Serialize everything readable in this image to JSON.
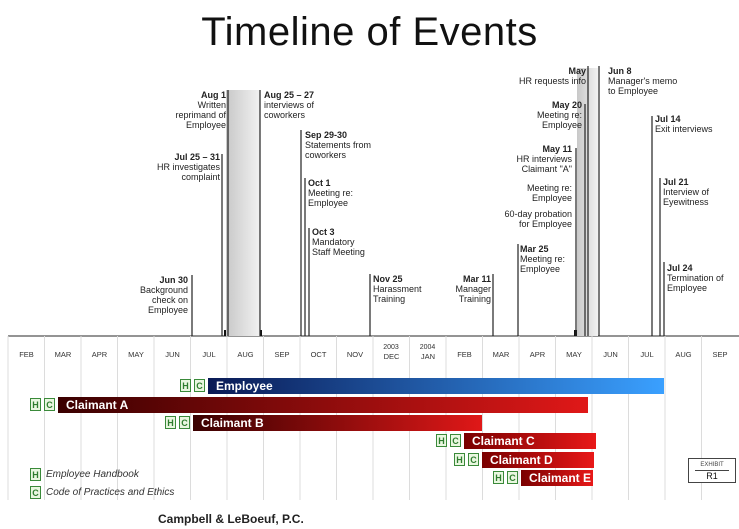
{
  "title": "Timeline of Events",
  "firm": "Campbell & LeBoeuf, P.C.",
  "exhibit": {
    "label": "EXHIBIT",
    "value": "R1"
  },
  "months": [
    "FEB",
    "MAR",
    "APR",
    "MAY",
    "JUN",
    "JUL",
    "AUG",
    "SEP",
    "OCT",
    "NOV",
    "DEC",
    "JAN",
    "FEB",
    "MAR",
    "APR",
    "MAY",
    "JUN",
    "JUL",
    "AUG",
    "SEP"
  ],
  "year_labels": {
    "dec": "2003",
    "jan": "2004"
  },
  "events": [
    {
      "date": "Jun 30",
      "text": [
        "Background",
        "check on",
        "Employee"
      ]
    },
    {
      "date": "Jul 25 – 31",
      "text": [
        "HR investigates",
        "complaint"
      ]
    },
    {
      "date": "Aug 1",
      "text": [
        "Written",
        "reprimand of",
        "Employee"
      ]
    },
    {
      "date": "Aug 25 – 27",
      "text": [
        "interviews of",
        "coworkers"
      ]
    },
    {
      "date": "Sep 29-30",
      "text": [
        "Statements from",
        "coworkers"
      ]
    },
    {
      "date": "Oct 1",
      "text": [
        "Meeting re:",
        "Employee"
      ]
    },
    {
      "date": "Oct 3",
      "text": [
        "Mandatory",
        "Staff Meeting"
      ]
    },
    {
      "date": "Nov 25",
      "text": [
        "Harassment",
        "Training"
      ]
    },
    {
      "date": "Mar 11",
      "text": [
        "Manager",
        "Training"
      ]
    },
    {
      "date": "Mar 25",
      "text": [
        "Meeting re:",
        "Employee"
      ]
    },
    {
      "date": "May",
      "text": [
        "HR requests info"
      ]
    },
    {
      "date": "May 20",
      "text": [
        "Meeting re:",
        "Employee"
      ]
    },
    {
      "date": "May 11",
      "text": [
        "HR interviews",
        "Claimant \"A\""
      ]
    },
    {
      "date": "",
      "text": [
        "Meeting re:",
        "Employee"
      ]
    },
    {
      "date": "",
      "text": [
        "60-day probation",
        "for Employee"
      ]
    },
    {
      "date": "Jun 8",
      "text": [
        "Manager's memo",
        "to Employee"
      ]
    },
    {
      "date": "Jul 14",
      "text": [
        "Exit interviews"
      ]
    },
    {
      "date": "Jul 21",
      "text": [
        "Interview of",
        "Eyewitness"
      ]
    },
    {
      "date": "Jul 24",
      "text": [
        "Termination of",
        "Employee"
      ]
    }
  ],
  "bars": [
    {
      "label": "Employee",
      "badges": [
        "H",
        "C"
      ],
      "color_start": "#0a1a55",
      "color_end": "#3aa0ff"
    },
    {
      "label": "Claimant A",
      "badges": [
        "H",
        "C"
      ],
      "color_start": "#3a0000",
      "color_end": "#e01818"
    },
    {
      "label": "Claimant B",
      "badges": [
        "H",
        "C"
      ],
      "color_start": "#3a0000",
      "color_end": "#e01818"
    },
    {
      "label": "Claimant C",
      "badges": [
        "H",
        "C"
      ],
      "color_start": "#7a0000",
      "color_end": "#e81818"
    },
    {
      "label": "Claimant D",
      "badges": [
        "H",
        "C"
      ],
      "color_start": "#7a0000",
      "color_end": "#e81818"
    },
    {
      "label": "Claimant E",
      "badges": [
        "H",
        "C"
      ],
      "color_start": "#7a0000",
      "color_end": "#e81818"
    }
  ],
  "legend": [
    {
      "badge": "H",
      "text": "Employee Handbook"
    },
    {
      "badge": "C",
      "text": "Code of Practices and Ethics"
    }
  ]
}
